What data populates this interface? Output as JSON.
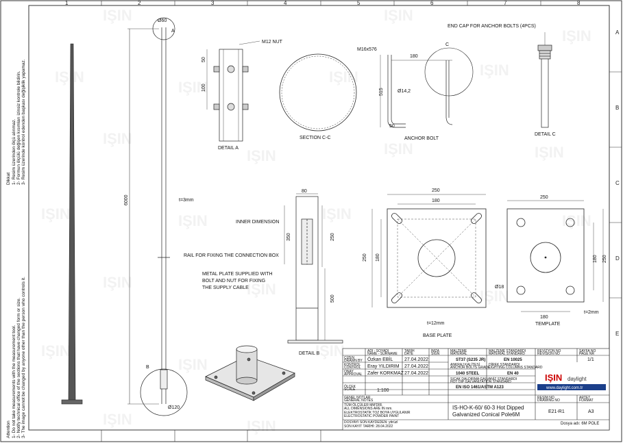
{
  "grid": {
    "columns": [
      "1",
      "2",
      "3",
      "4",
      "5",
      "6",
      "7",
      "8"
    ],
    "rows": [
      "A",
      "B",
      "C",
      "D",
      "E"
    ]
  },
  "watermark": "IŞIN",
  "notes": {
    "tr_title": "Dikkat",
    "tr_lines": [
      "1- Resim üzerinden ölçü alınmaz.",
      "2- Formun ölçülü değişen kısımları izinsiz kontrole bildirin.",
      "3- Resim üzerinde kontrol edenden başkası değişiklik yapamaz."
    ],
    "en_title": "Attention",
    "en_lines": [
      "1- Do not take measurements with the measurement tool.",
      "2- Notify technical office of the sections that have changed form or size.",
      "3- The image cannot be changed by anyone other than the person who controls it."
    ]
  },
  "pole": {
    "top_diameter": "Ø60",
    "bottom_diameter": "Ø120",
    "height": "6000",
    "thickness": "t=3mm",
    "marker_a": "A",
    "marker_b": "B"
  },
  "detail_a": {
    "title": "DETAIL A",
    "nut_label": "M12 NUT",
    "dim_50": "50",
    "dim_100": "100"
  },
  "section_cc": {
    "title": "SECTION C-C"
  },
  "anchor_bolt": {
    "title": "ANCHOR BOLT",
    "thread": "M16x576",
    "dim_180": "180",
    "dim_515": "515",
    "dia": "Ø14,2",
    "dim_50": "50",
    "marker": "C"
  },
  "detail_c": {
    "title": "DETAIL C",
    "endcap": "END CAP FOR ANCHOR BOLTS (4PCS)"
  },
  "detail_b": {
    "title": "DETAIL B",
    "inner_dim": "INNER DIMENSION",
    "rail": "RAIL FOR FIXING THE CONNECTION BOX",
    "metal_plate": "METAL PLATE SUPPLIED WITH BOLT AND NUT FOR FIXING THE SUPPLY CABLE",
    "dim_80": "80",
    "dim_350": "350",
    "dim_250": "250",
    "dim_500": "500"
  },
  "base_plate": {
    "title": "BASE PLATE",
    "dim_250": "250",
    "dim_180": "180",
    "thickness": "t=12mm"
  },
  "template": {
    "title": "TEMPLATE",
    "dim_250": "250",
    "dim_180": "180",
    "hole": "Ø18",
    "thickness": "t=2mm"
  },
  "title_block": {
    "h_name": "ADI - SOYADI",
    "h_name_en": "NAME - SURNAME",
    "h_date": "TARİH",
    "h_date_en": "DATE",
    "h_sign": "İMZA",
    "h_sign_en": "SIGN",
    "rows": [
      {
        "role": "ÇİZEN",
        "role_en": "DRAWN BY",
        "name": "Özkan EBİL",
        "date": "27.04.2022"
      },
      {
        "role": "KONTROL",
        "role_en": "CONTROL",
        "name": "Eray YILDIRIM",
        "date": "27.04.2022"
      },
      {
        "role": "ONAY",
        "role_en": "APPROVAL",
        "name": "Zafer KORKMAZ",
        "date": "27.04.2022"
      },
      {
        "role": "ÖLÇEK",
        "role_en": "SCALE",
        "name": "1:100",
        "date": ""
      }
    ],
    "material_h": "MALZEME",
    "material_h_en": "MATERIAL",
    "material": "ST37 (S235 JR)",
    "mat_std_h": "MALZEME STANDARDI",
    "mat_std_h_en": "MATERIAL STANDARD",
    "mat_std": "EN 10025",
    "bolt_grade_h": "ANKRAJ KALİTESİ",
    "bolt_grade_h_en": "ANCHOR BOLTS GRADE",
    "bolt_grade": "1040 STEEL",
    "light_std_h": "DİREK STANDARDI",
    "light_std_h_en": "LIGHTING COLUMNS STANDARD",
    "light_std": "EN 40",
    "galv_h": "SICAK DALDIRMA GALVANİZ STANDARDI",
    "galv_h_en": "HOT DIP GALVANIZATION STANDARD",
    "galv": "EN ISO 1461/ASTM A123",
    "gen_notes_h": "GENEL NOTLAR",
    "gen_notes_h_en": "GENERAL NOTES",
    "tol": "TÜM ÖLÇÜLER MM'DİR.",
    "tol_en": "ALL DIMENSIONS ARE IN mm.",
    "paint": "ELEKTROSTATİK TOZ BOYA UYGULANIR",
    "paint_en": "ELECTROSTATIC POWDER PAINT",
    "title": "IS-HO-K-60/ 60-3 Hot Dipped Galvanized Conical Pole6M",
    "title_l1": "IS-HO-K-60/ 60-3 Hot Dipped",
    "title_l2": "Galvanized Conical Pole6M",
    "rev_h": "REVİZYON NO",
    "rev_h_en": "REVISION NO",
    "rev": "",
    "sheet_h": "SAYFA NO",
    "sheet_h_en": "PAGE NR",
    "sheet": "1/1",
    "drawing_h": "RESİM NO",
    "drawing_h_en": "DRAWING NO",
    "drawing": "E21-R1",
    "format_h": "ARTET",
    "format_h_en": "FORMAT",
    "format": "A3",
    "brand": "IŞIN",
    "brand_sub": "daylight",
    "website": "www.daylight.com.tr",
    "file_label": "Dosya adı: 6M POLE",
    "footer1": "DOSYAYI SON KAYDEDEN: yttrüzl",
    "footer2": "SON KAYIT TARİHİ: 28.04.2022"
  }
}
